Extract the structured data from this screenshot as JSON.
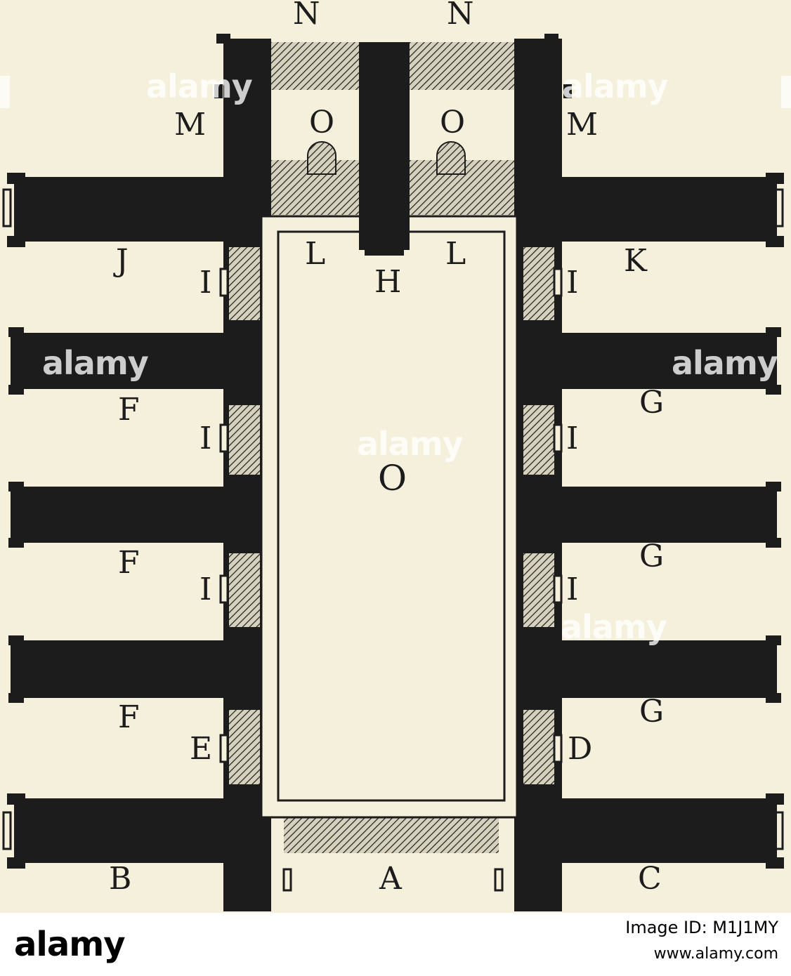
{
  "colors": {
    "paper": "#f4f0dc",
    "ink": "#1c1c1c",
    "hatch_bg": "#d6d1bc",
    "footer_bg": "#ffffff",
    "footer_text": "#000000"
  },
  "labels": {
    "n_left": "N",
    "n_right": "N",
    "m_left": "M",
    "m_right": "M",
    "o_left": "O",
    "o_right": "O",
    "j": "J",
    "k": "K",
    "l_left": "L",
    "l_right": "L",
    "h": "H",
    "i_left_1": "I",
    "i_right_1": "I",
    "f_1": "F",
    "g_1": "G",
    "i_left_2": "I",
    "i_right_2": "I",
    "o_center": "O",
    "f_2": "F",
    "g_2": "G",
    "i_left_3": "I",
    "i_right_3": "I",
    "f_3": "F",
    "g_3": "G",
    "e": "E",
    "d": "D",
    "b": "B",
    "a": "A",
    "c": "C"
  },
  "watermarks": {
    "logo_top_left": "alamy",
    "logo_top_right": "alamy",
    "logo_mid_left": "alamy",
    "logo_mid_right": "alamy",
    "logo_center": "alamy",
    "logo_lower": "alamy"
  },
  "footer": {
    "logo": "alamy",
    "image_id": "Image ID: M1J1MY",
    "url": "www.alamy.com"
  },
  "icons": {
    "footer_logo": "alamy-logo-icon"
  }
}
